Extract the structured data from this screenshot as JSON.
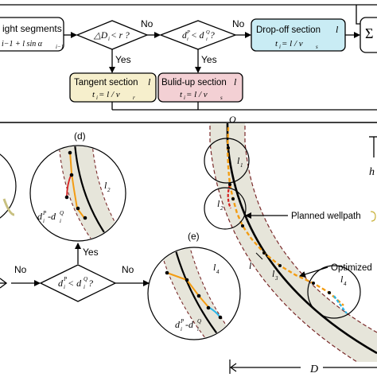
{
  "flowchart": {
    "box_segments": {
      "title": "ight segments",
      "formula": "i−1 + l sin α",
      "formula_sub": "i−1"
    },
    "decision1": {
      "text": "△D",
      "sub": "i",
      "rest": " < r ?"
    },
    "decision2": {
      "d": "d",
      "sup1": "P",
      "sub1": "i",
      "lt": " < d",
      "sup2": "Q",
      "sub2": "i",
      "q": " ?"
    },
    "label_no_1": "No",
    "label_no_2": "No",
    "label_yes_1": "Yes",
    "label_yes_2": "Yes",
    "dropoff": {
      "title": "Drop-off section ",
      "l": "l",
      "t": "t",
      "tsub": "i",
      "eq": " = l / v",
      "vsub": "s"
    },
    "tangent": {
      "title": "Tangent section ",
      "l": "l",
      "t": "t",
      "tsub": "i",
      "eq": " = l / v",
      "vsub": "r"
    },
    "buildup": {
      "title": "Bulid-up section ",
      "l": "l",
      "t": "t",
      "tsub": "i",
      "eq": " = l / v",
      "vsub": "s"
    },
    "sum_symbol": "Σ"
  },
  "lower": {
    "label_d": "(d)",
    "label_e": "(e)",
    "label_yes": "Yes",
    "label_no_left": "No",
    "label_no_right": "No",
    "decision3": {
      "d": "d",
      "sup1": "P",
      "sub1": "i",
      "lt": " < d",
      "sup2": "Q",
      "sub2": "i",
      "q": " ?"
    },
    "circle_d": {
      "dlabel": "d",
      "sup1": "P",
      "sub1": "i",
      "mid": "-d",
      "sup2": "Q",
      "sub2": "i",
      "l": "l",
      "lsub": "2"
    },
    "circle_e": {
      "dlabel": "d",
      "sup1": "P",
      "sub1": "i",
      "mid": "-d",
      "sup2": "Q",
      "sub2": "i",
      "l": "l",
      "lsub": "4"
    },
    "O": "O",
    "l1": "l",
    "l1sub": "1",
    "l2": "l",
    "l2sub": "2",
    "l3": "l",
    "l3sub": "3",
    "l4": "l",
    "l4sub": "4",
    "l_free": "l",
    "planned": "Planned wellpath",
    "optimized": "Optimized",
    "h": "h",
    "D": "D"
  },
  "colors": {
    "dropoff_fill": "#c9ecf4",
    "tangent_fill": "#f6efcc",
    "buildup_fill": "#f3d0d4",
    "band_fill": "#e6e5da",
    "orange_path": "#f39c12",
    "red_path": "#d62020",
    "cyan_path": "#29b6e8"
  }
}
